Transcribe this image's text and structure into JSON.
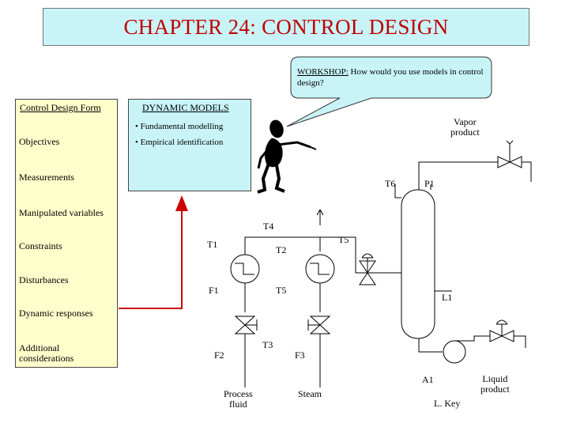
{
  "title": "CHAPTER 24: CONTROL DESIGN",
  "workshop": {
    "label": "WORKSHOP:",
    "question": " How would you use models in control design?"
  },
  "form": {
    "heading": "Control Design Form",
    "items": [
      "Objectives",
      "Measurements",
      "Manipulated variables",
      "Constraints",
      "Disturbances",
      "Dynamic responses",
      "Additional",
      "considerations"
    ]
  },
  "models": {
    "heading": "DYNAMIC MODELS",
    "bullets": [
      "•  Fundamental modelling",
      "•  Empirical identification"
    ]
  },
  "process": {
    "vapor_line1": "Vapor",
    "vapor_line2": "product",
    "liquid_line1": "Liquid",
    "liquid_line2": "product",
    "process_fluid_line1": "Process",
    "process_fluid_line2": "fluid",
    "steam": "Steam",
    "light_key": "L. Key",
    "tags": {
      "t6": "T6",
      "p1": "P1",
      "t4": "T4",
      "t1": "T1",
      "t2": "T2",
      "t5_top": "T5",
      "f1": "F1",
      "t5_mid": "T5",
      "l1": "L1",
      "t3": "T3",
      "f2": "F2",
      "f3": "F3",
      "a1": "A1"
    }
  },
  "colors": {
    "title_bg": "#c8f4f8",
    "title_text": "#c00000",
    "form_bg": "#ffffcc",
    "models_bg": "#c8f4f8",
    "arrow": "#cc0000"
  }
}
